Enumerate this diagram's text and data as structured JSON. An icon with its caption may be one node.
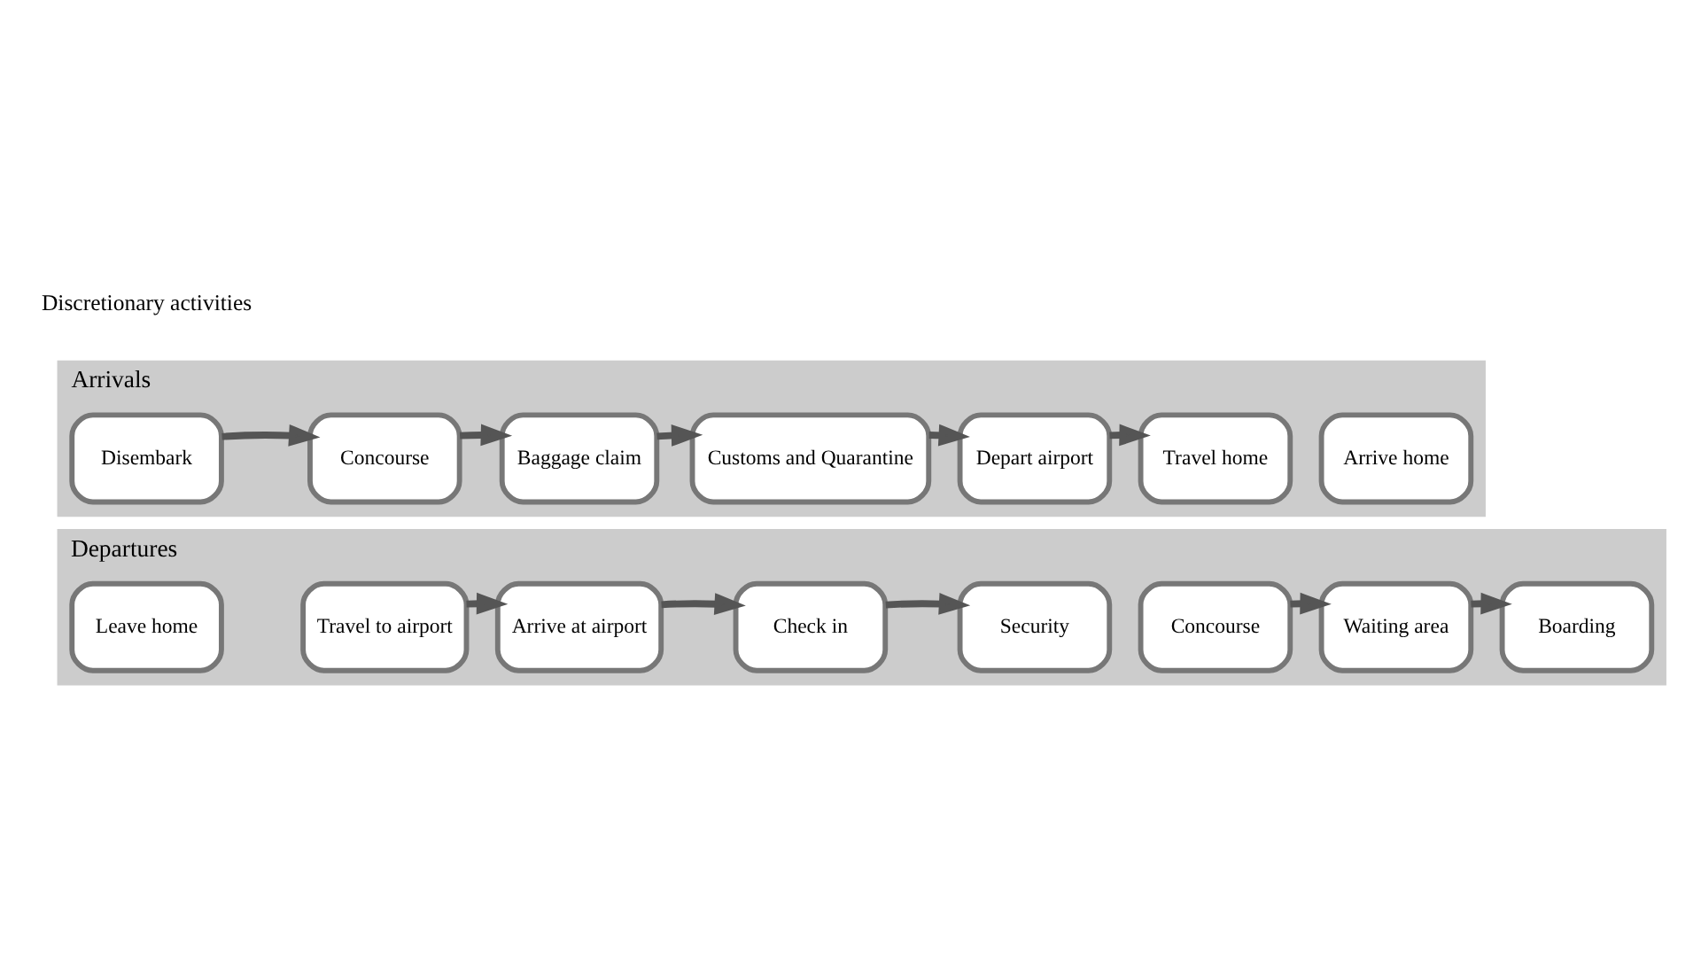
{
  "diagram": {
    "nodes": [
      {
        "text": [
          "Departures"
        ]
      },
      {
        "text": [
          "Leave home"
        ],
        "in": 0
      },
      {
        "text": [
          "Travel to airport"
        ],
        "in": 0
      },
      {
        "text": [
          "Arrive at airport"
        ],
        "in": 0
      },
      {
        "text": [
          "Check in"
        ],
        "in": 0
      },
      {
        "text": [
          "Security"
        ],
        "in": 0
      },
      {
        "text": [
          "Concourse"
        ],
        "in": 0
      },
      {
        "text": [
          "Waiting area"
        ],
        "in": 0
      },
      {
        "text": [
          "Boarding"
        ],
        "in": 0
      },
      {
        "text": [
          "Arrivals"
        ]
      },
      {
        "text": [
          "Disembark"
        ],
        "in": 9
      },
      {
        "text": [
          "Concourse"
        ],
        "in": 9
      },
      {
        "text": [
          "Baggage claim"
        ],
        "in": 9
      },
      {
        "text": [
          "Customs and Quarantine"
        ],
        "in": 9
      },
      {
        "text": [
          "Depart airport"
        ],
        "in": 9
      },
      {
        "text": [
          "Travel home"
        ],
        "in": 9
      },
      {
        "text": [
          "Arrive home"
        ],
        "in": 9
      }
    ],
    "edges": [
      {
        "from": 2,
        "to": 3,
        "arrow": "to"
      },
      {
        "from": 3,
        "to": 4,
        "arrow": "to"
      },
      {
        "from": 4,
        "to": 5,
        "arrow": "to"
      },
      {
        "from": 6,
        "to": 7,
        "arrow": "to"
      },
      {
        "from": 7,
        "to": 8,
        "arrow": "to"
      },
      {
        "from": 10,
        "to": 11,
        "arrow": "to"
      },
      {
        "from": 11,
        "to": 12,
        "arrow": "to"
      },
      {
        "from": 12,
        "to": 13,
        "arrow": "to"
      },
      {
        "from": 13,
        "to": 14,
        "arrow": "to"
      },
      {
        "from": 14,
        "to": 15,
        "arrow": "to"
      }
    ],
    "legend": [
      {
        "text": "Discretionary activities"
      }
    ]
  }
}
